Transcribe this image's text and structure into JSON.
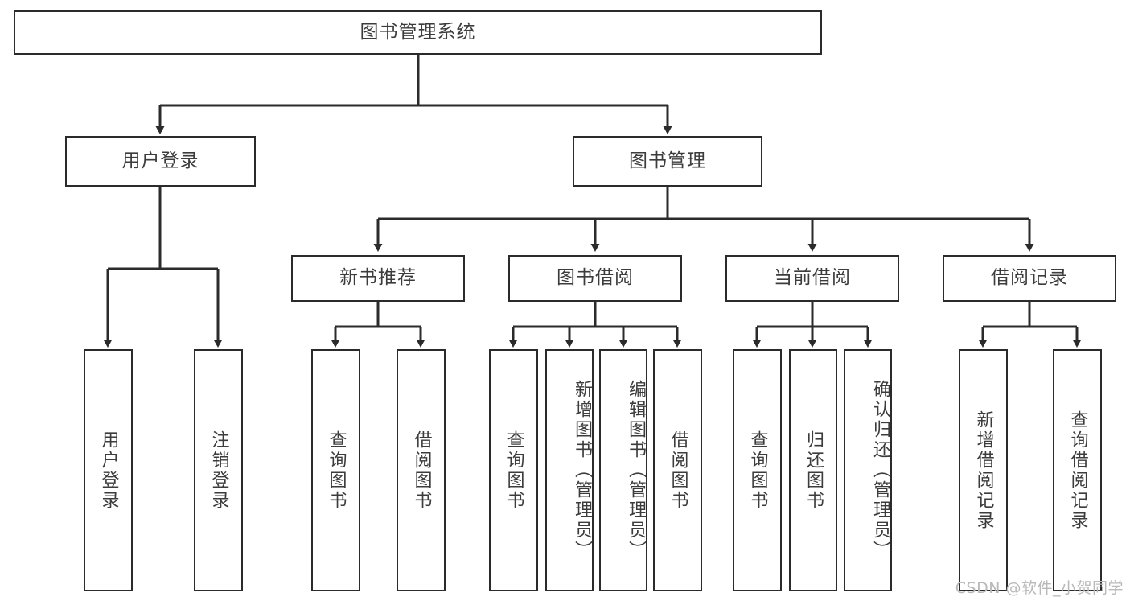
{
  "diagram": {
    "title": "图书管理系统",
    "type": "tree",
    "watermark": "CSDN @软件_小贺同学",
    "colors": {
      "stroke": "#2b2b2b",
      "text": "#3c3c3c",
      "background": "#ffffff",
      "watermark": "#b9b9b9"
    },
    "levels": {
      "root": {
        "label": "图书管理系统"
      },
      "level2": [
        {
          "label": "用户登录"
        },
        {
          "label": "图书管理"
        }
      ],
      "level3": [
        {
          "label": "新书推荐"
        },
        {
          "label": "图书借阅"
        },
        {
          "label": "当前借阅"
        },
        {
          "label": "借阅记录"
        }
      ],
      "leaves": [
        {
          "label": "用户登录"
        },
        {
          "label": "注销登录"
        },
        {
          "label": "查询图书"
        },
        {
          "label": "借阅图书"
        },
        {
          "label": "查询图书"
        },
        {
          "label": "新增图书（管理员）"
        },
        {
          "label": "编辑图书（管理员）"
        },
        {
          "label": "借阅图书"
        },
        {
          "label": "查询图书"
        },
        {
          "label": "归还图书"
        },
        {
          "label": "确认归还（管理员）"
        },
        {
          "label": "新增借阅记录"
        },
        {
          "label": "查询借阅记录"
        }
      ]
    }
  }
}
